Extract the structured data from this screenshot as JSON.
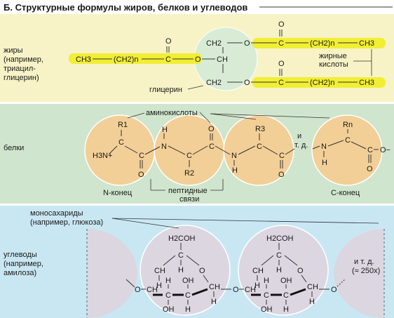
{
  "header": {
    "title": "Б. Структурные формулы жиров, белков и углеводов"
  },
  "colors": {
    "fats_band": "#f7f3c6",
    "proteins_band": "#cfe5cd",
    "carbs_band": "#c9e7f3",
    "fatty_acid_bar": "#f1ee34",
    "glycerol_circle": "#d8ecd5",
    "amino_circle": "#f2cf97",
    "sugar_circle": "#dcd6e0"
  },
  "fats": {
    "section_label": [
      "жиры",
      "(например,",
      "триацил-",
      "глицерин)"
    ],
    "chain_top": {
      "ch2": "CH2",
      "ch2n": "(CH2)n",
      "ch3": "CH3"
    },
    "chain_left": {
      "ch3": "CH3",
      "ch2n": "(CH2)n",
      "ch": "CH"
    },
    "chain_bottom": {
      "ch2": "CH2",
      "ch2n": "(CH2)n",
      "ch3": "CH3"
    },
    "atoms": {
      "c": "C",
      "o": "O"
    },
    "fatty_acids_label": [
      "жирные",
      "кислоты"
    ],
    "glycerol_label": "глицерин"
  },
  "proteins": {
    "section_label": "белки",
    "amino_acids_label": "аминокислоты",
    "r1": "R1",
    "r2": "R2",
    "r3": "R3",
    "rn": "Rn",
    "h3n": "H3N+",
    "atoms": {
      "c": "C",
      "n": "N",
      "h": "H",
      "o": "O",
      "o_minus": "O−"
    },
    "etc": [
      "и",
      "т. д."
    ],
    "n_terminus": "N-конец",
    "peptide_bonds": [
      "пептидные",
      "связи"
    ],
    "c_terminus": "C-конец"
  },
  "carbs": {
    "monosaccharides_label": [
      "моносахариды",
      "(например, глюкоза)"
    ],
    "section_label": [
      "углеводы",
      "(например,",
      "амилоза)"
    ],
    "ring": {
      "h2coh": "H2COH",
      "ch": "CH",
      "c": "C",
      "h": "H",
      "oh": "OH",
      "o": "O"
    },
    "etc": [
      "и т. д.",
      "(≈ 250x)"
    ]
  }
}
